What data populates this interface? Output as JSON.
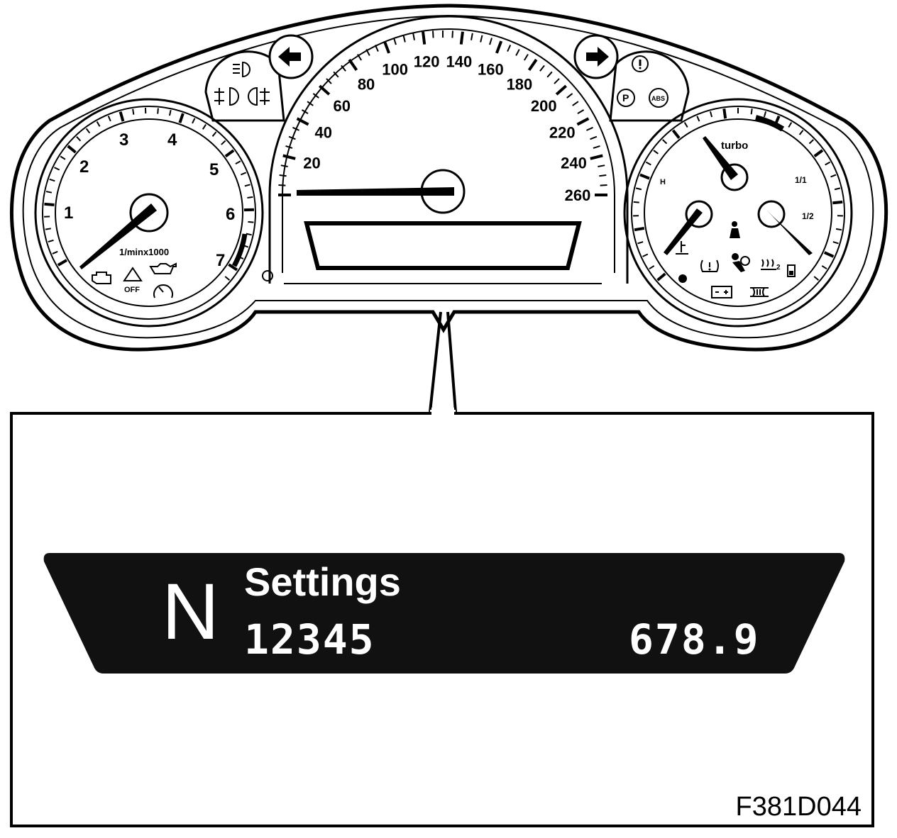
{
  "tachometer": {
    "ticks": [
      "1",
      "2",
      "3",
      "4",
      "5",
      "6",
      "7"
    ],
    "unit": "1/minx1000",
    "warning_icons": [
      "check-engine-icon",
      "traction-off-icon",
      "oil-pressure-icon",
      "cruise-control-icon"
    ],
    "traction_off_text": "OFF"
  },
  "speedometer": {
    "ticks": [
      "20",
      "40",
      "60",
      "80",
      "100",
      "120",
      "140",
      "160",
      "180",
      "200",
      "220",
      "240",
      "260"
    ]
  },
  "right_gauges": {
    "turbo_label": "turbo",
    "temp_high_label": "H",
    "fuel_full_label": "1/1",
    "fuel_half_label": "1/2",
    "warning_icons": [
      "seatbelt-icon",
      "coolant-temp-icon",
      "tire-pressure-icon",
      "airbag-icon",
      "rear-defrost-icon",
      "fuel-icon",
      "battery-icon",
      "glow-plug-icon"
    ],
    "defrost_subscript": "2"
  },
  "indicators": {
    "left": [
      "high-beam-icon",
      "front-fog-icon",
      "rear-fog-icon",
      "turn-left-icon"
    ],
    "right": [
      "turn-right-icon",
      "brake-warning-icon",
      "parking-brake-icon",
      "abs-icon"
    ],
    "parking_brake_text": "P",
    "abs_text": "ABS"
  },
  "display": {
    "gear": "N",
    "menu_title": "Settings",
    "odometer": "12345",
    "trip": "678.9"
  },
  "figure_code": "F381D044",
  "colors": {
    "display_bg": "#111111",
    "display_text": "#ffffff",
    "line": "#000000"
  }
}
